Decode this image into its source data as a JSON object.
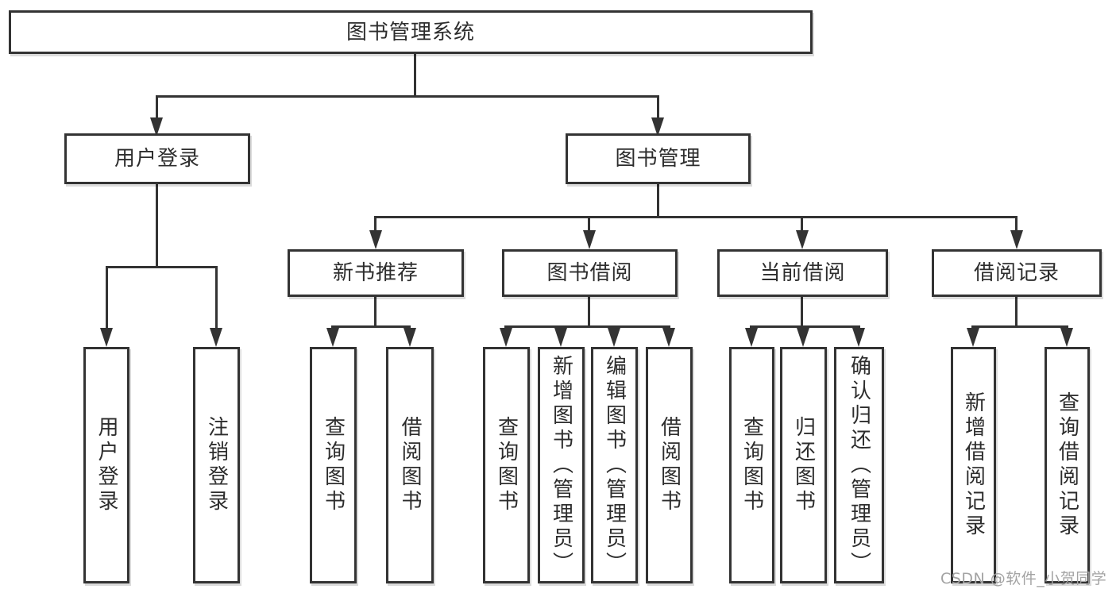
{
  "diagram": {
    "title": "图书管理系统",
    "level2": {
      "user_login": "用户登录",
      "book_mgmt": "图书管理"
    },
    "level3": {
      "new_book": "新书推荐",
      "book_borrow": "图书借阅",
      "current_borrow": "当前借阅",
      "borrow_records": "借阅记录"
    },
    "leaves": {
      "user_login": [
        "用户登录",
        "注销登录"
      ],
      "new_book": [
        "查询图书",
        "借阅图书"
      ],
      "book_borrow": [
        "查询图书",
        "新增图书（管理员）",
        "编辑图书（管理员）",
        "借阅图书"
      ],
      "current_borrow": [
        "查询图书",
        "归还图书",
        "确认归还（管理员）"
      ],
      "borrow_records": [
        "新增借阅记录",
        "查询借阅记录"
      ]
    }
  },
  "watermark": {
    "text": "CSDN @软件_小贺同学"
  },
  "colors": {
    "line": "#333333",
    "text": "#2d2d2d",
    "background": "#ffffff",
    "watermark": "#a3a3a3"
  }
}
